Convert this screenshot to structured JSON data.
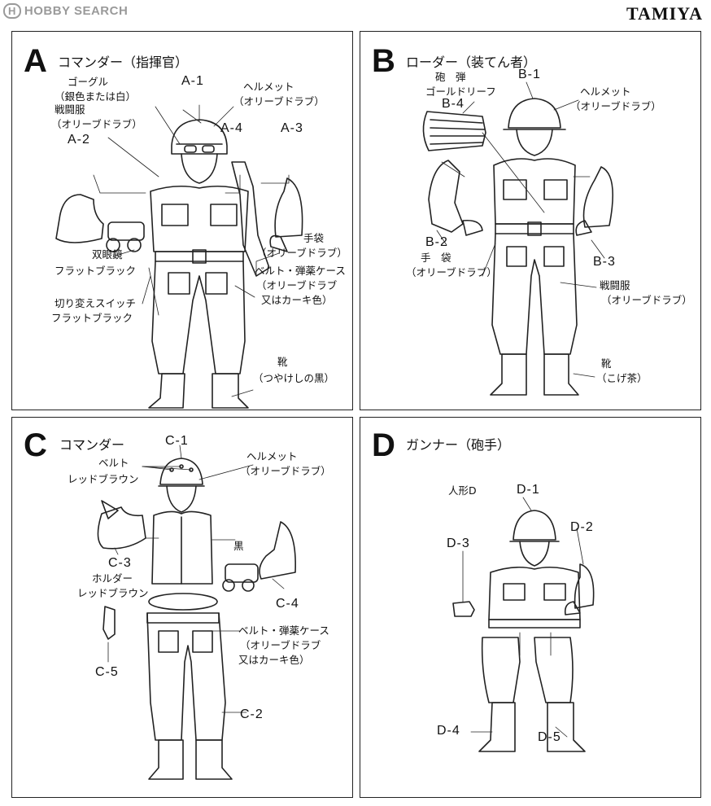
{
  "watermark": "HOBBY SEARCH",
  "brand": "TAMIYA",
  "panels": {
    "A": {
      "letter": "A",
      "title": "コマンダー（指揮官）",
      "labels": {
        "goggle": "ゴーグル",
        "goggle_color": "（銀色または白）",
        "combat_uniform": "戦闘服",
        "combat_uniform_color": "（オリーブドラブ）",
        "helmet": "ヘルメット",
        "helmet_color": "（オリーブドラブ）",
        "binoculars": "双眼鏡",
        "binoculars_color": "フラットブラック",
        "gloves": "手袋",
        "gloves_color": "（オリーブドラブ）",
        "belt_case": "ベルト・弾薬ケース",
        "belt_case_color1": "（オリーブドラブ",
        "belt_case_color2": "又はカーキ色）",
        "switch": "切り変えスイッチ",
        "switch_color": "フラットブラック",
        "boots": "靴",
        "boots_color": "（つやけしの黒）"
      },
      "parts": {
        "a1": "A-1",
        "a2": "A-2",
        "a3": "A-3",
        "a4": "A-4"
      }
    },
    "B": {
      "letter": "B",
      "title": "ローダー（装てん者）",
      "labels": {
        "shell": "砲　弾",
        "shell_color": "ゴールドリーフ",
        "helmet": "ヘルメット",
        "helmet_color": "（オリーブドラブ）",
        "gloves": "手　袋",
        "gloves_color": "（オリーブドラブ）",
        "combat_uniform": "戦闘服",
        "combat_uniform_color": "（オリーブドラブ）",
        "boots": "靴",
        "boots_color": "（こげ茶）"
      },
      "parts": {
        "b1": "B-1",
        "b2": "B-2",
        "b3": "B-3",
        "b4": "B-4"
      }
    },
    "C": {
      "letter": "C",
      "title": "コマンダー",
      "labels": {
        "belt": "ベルト",
        "belt_color": "レッドブラウン",
        "helmet": "ヘルメット",
        "helmet_color": "（オリーブドラブ）",
        "black": "黒",
        "holder": "ホルダー",
        "holder_color": "レッドブラウン",
        "belt_case": "ベルト・弾薬ケース",
        "belt_case_color1": "（オリーブドラブ",
        "belt_case_color2": "又はカーキ色）"
      },
      "parts": {
        "c1": "C-1",
        "c2": "C-2",
        "c3": "C-3",
        "c4": "C-4",
        "c5": "C-5"
      }
    },
    "D": {
      "letter": "D",
      "title": "ガンナー（砲手）",
      "labels": {
        "figure": "人形D"
      },
      "parts": {
        "d1": "D-1",
        "d2": "D-2",
        "d3": "D-3",
        "d4": "D-4",
        "d5": "D-5"
      }
    }
  }
}
